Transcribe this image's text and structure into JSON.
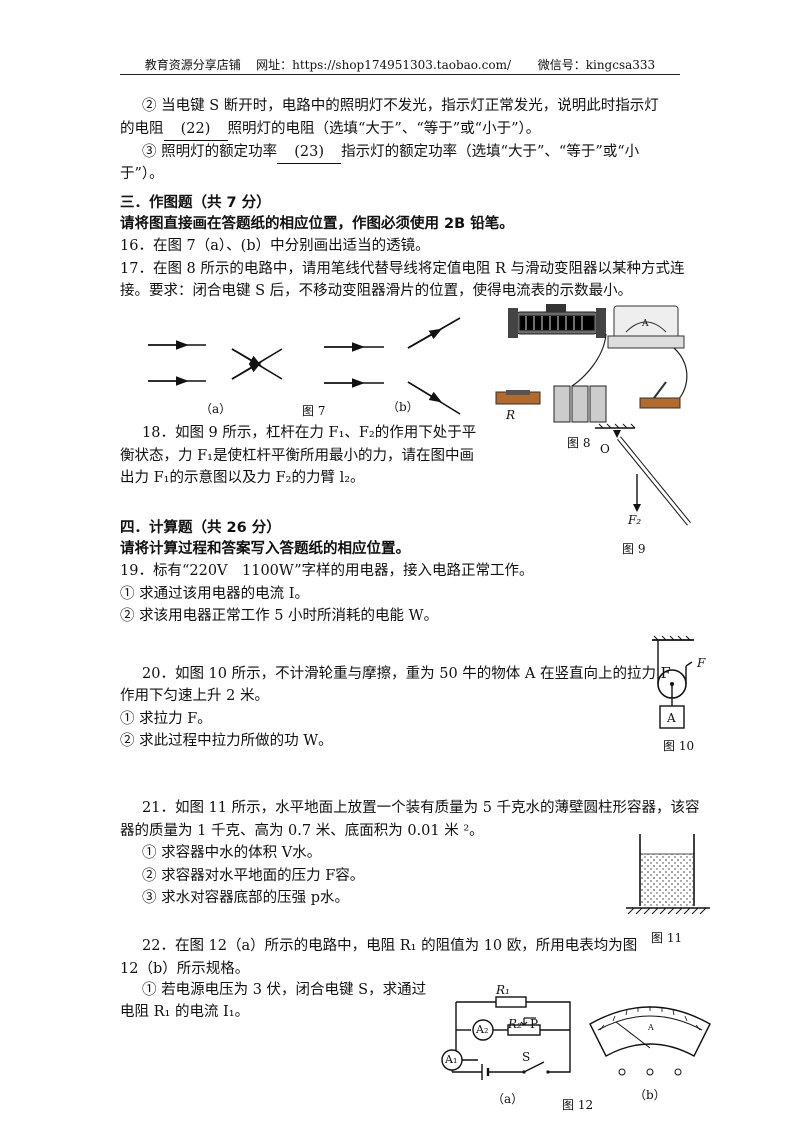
{
  "header": {
    "shop": "教育资源分享店铺",
    "url_label": "网址：",
    "url": "https://shop174951303.taobao.com/",
    "wechat_label": "微信号：",
    "wechat": "kingcsa333"
  },
  "q15": {
    "l1": "② 当电键 S 断开时，电路中的照明灯不发光，指示灯正常发光，说明此时指示灯",
    "l2a": "的电阻",
    "b22": "(22)",
    "l2b": "照明灯的电阻（选填“大于”、“等于”或“小于”）。",
    "l3a": "③ 照明灯的额定功率",
    "b23": "(23)",
    "l3b": "指示灯的额定功率（选填“大于”、“等于”或“小",
    "l4": "于”）。"
  },
  "sec3": {
    "title": "三．作图题（共 7 分）",
    "instr": "请将图直接画在答题纸的相应位置，作图必须使用 2B 铅笔。",
    "q16": "16．在图 7（a）、(b）中分别画出适当的透镜。",
    "q17_1": "17．在图 8 所示的电路中，请用笔线代替导线将定值电阻 R 与滑动变阻器以某种方式连",
    "q17_2": "接。要求：闭合电键 S 后，不移动变阻器滑片的位置，使得电流表的示数最小。",
    "fig7a": "（a）",
    "fig7": "图 7",
    "fig7b": "（b）",
    "fig8": "图 8",
    "fig8_R": "R",
    "q18_1": "18．如图 9 所示，杠杆在力 F₁、F₂的作用下处于平",
    "q18_2": "衡状态，力 F₁是使杠杆平衡所用最小的力，请在图中画",
    "q18_3": "出力 F₁的示意图以及力 F₂的力臂 l₂。",
    "fig9_O": "O",
    "fig9_F2": "F₂",
    "fig9": "图 9"
  },
  "sec4": {
    "title": "四．计算题（共 26 分）",
    "instr": "请将计算过程和答案写入答题纸的相应位置。",
    "q19": "19．标有“220V　1100W”字样的用电器，接入电路正常工作。",
    "q19_1": "① 求通过该用电器的电流 I。",
    "q19_2": "② 求该用电器正常工作 5 小时所消耗的电能 W。",
    "q20_1": "20．如图 10 所示，不计滑轮重与摩擦，重为 50 牛的物体 A 在竖直向上的拉力 F",
    "q20_2": "作用下匀速上升 2 米。",
    "q20_a": "① 求拉力 F。",
    "q20_b": "② 求此过程中拉力所做的功 W。",
    "fig10_F": "F",
    "fig10_A": "A",
    "fig10": "图 10",
    "q21_1": "21．如图 11 所示，水平地面上放置一个装有质量为 5 千克水的薄壁圆柱形容器，该容",
    "q21_2": "器的质量为 1 千克、高为 0.7 米、底面积为 0.01 米 ²。",
    "q21_a": "① 求容器中水的体积 V水。",
    "q21_b": "② 求容器对水平地面的压力 F容。",
    "q21_c": "③ 求水对容器底部的压强 p水。",
    "fig11": "图 11",
    "q22_1": "22．在图 12（a）所示的电路中，电阻 R₁ 的阻值为 10 欧，所用电表均为图",
    "q22_2": "12（b）所示规格。",
    "q22_3": "① 若电源电压为 3 伏，闭合电键 S，求通过",
    "q22_4": "电阻 R₁ 的电流 I₁。",
    "fig12_R1": "R₁",
    "fig12_R2": "R₂",
    "fig12_P": "P",
    "fig12_A2": "A₂",
    "fig12_A1": "A₁",
    "fig12_S": "S",
    "fig12a": "（a）",
    "fig12": "图 12",
    "fig12b": "（b）"
  }
}
